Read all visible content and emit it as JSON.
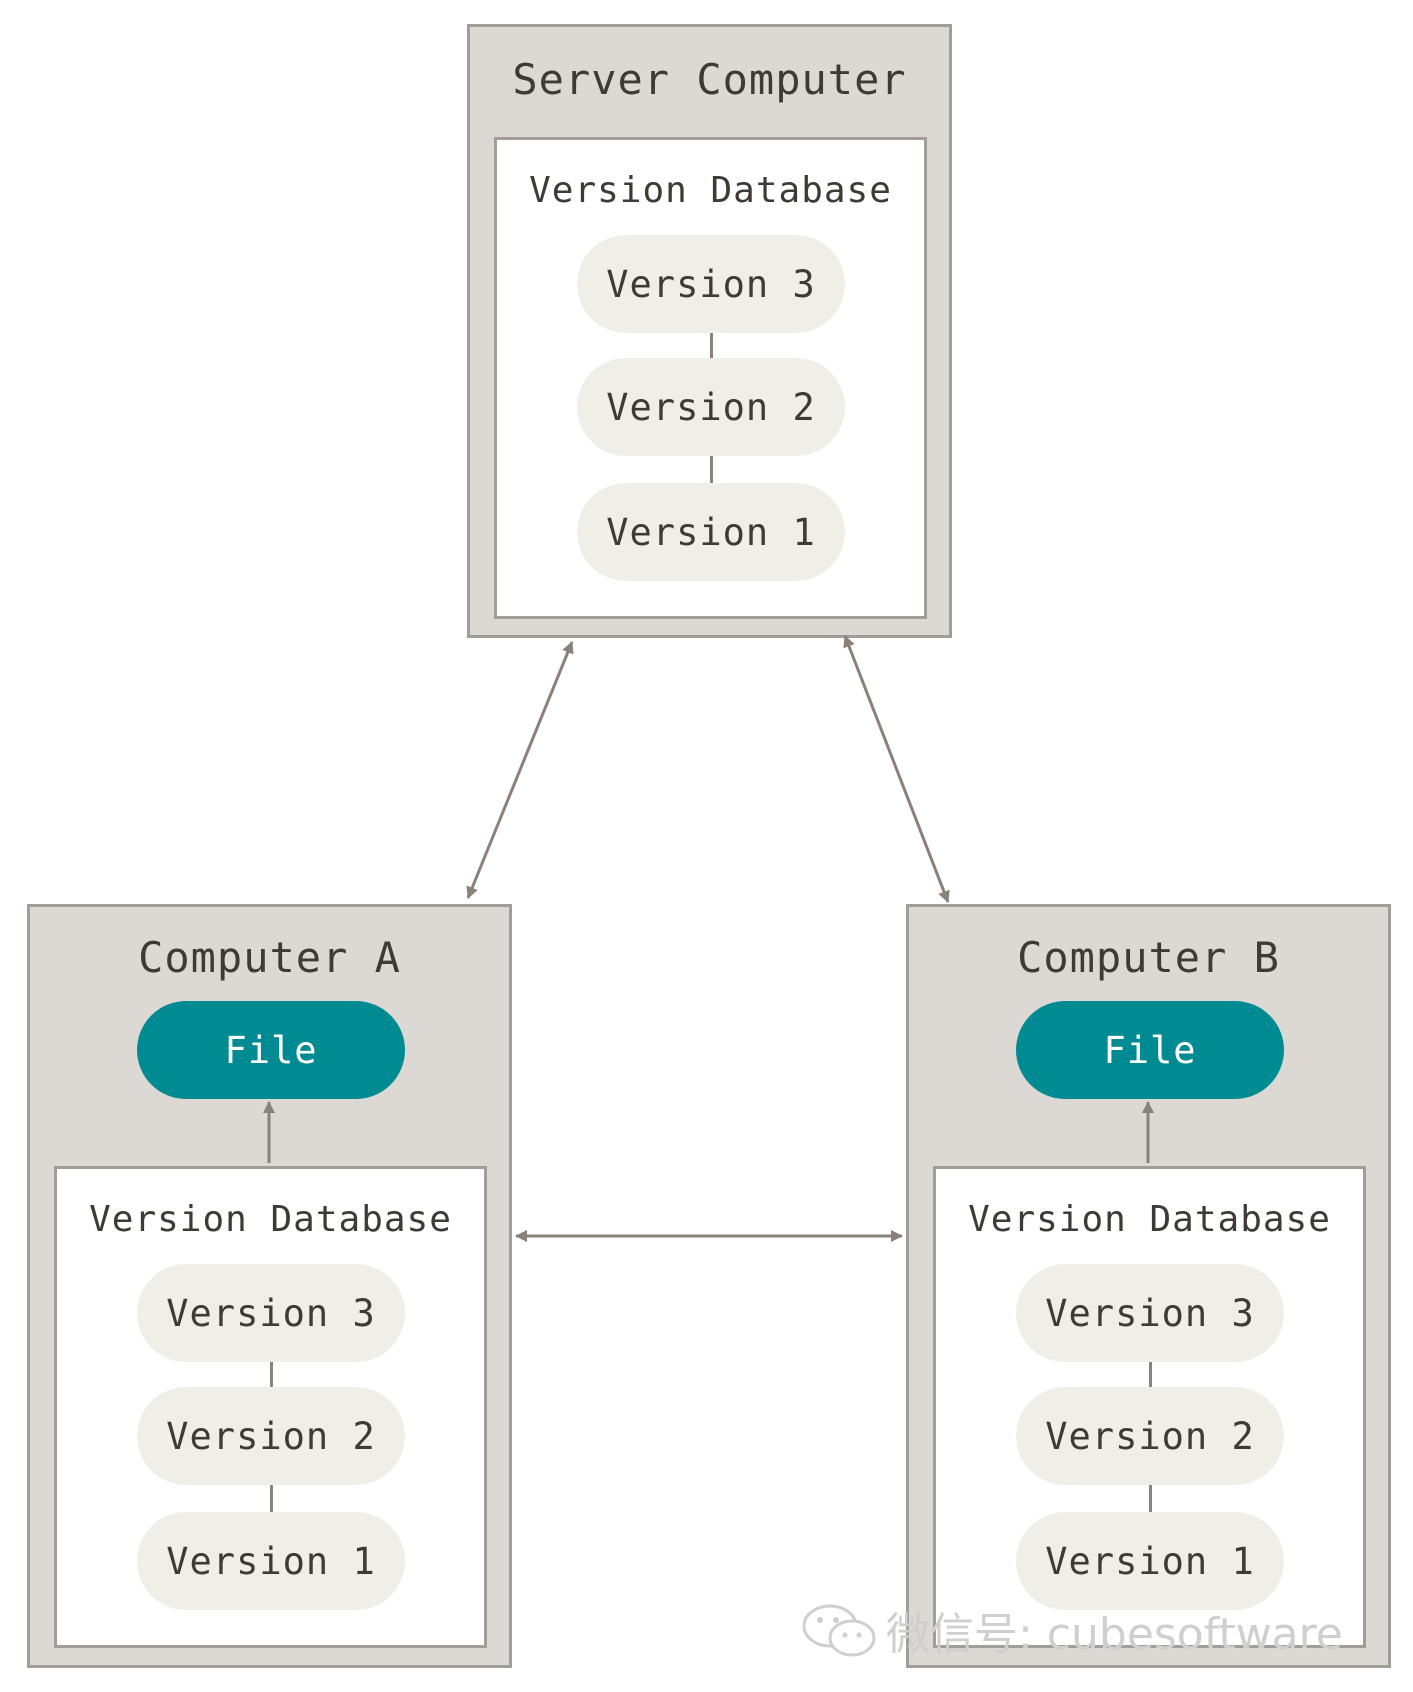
{
  "server": {
    "title": "Server Computer",
    "database_title": "Version Database",
    "versions": [
      "Version 3",
      "Version 2",
      "Version 1"
    ]
  },
  "computer_a": {
    "title": "Computer A",
    "file_label": "File",
    "database_title": "Version Database",
    "versions": [
      "Version 3",
      "Version 2",
      "Version 1"
    ]
  },
  "computer_b": {
    "title": "Computer B",
    "file_label": "File",
    "database_title": "Version Database",
    "versions": [
      "Version 3",
      "Version 2",
      "Version 1"
    ]
  },
  "watermark": {
    "text": "微信号: cubesoftware",
    "icon": "wechat-icon"
  },
  "colors": {
    "outer_fill": "#dcd8d4",
    "border": "#a39d97",
    "version_fill": "#f0efe7",
    "file_fill": "#008b92",
    "arrow": "#8a8278"
  }
}
